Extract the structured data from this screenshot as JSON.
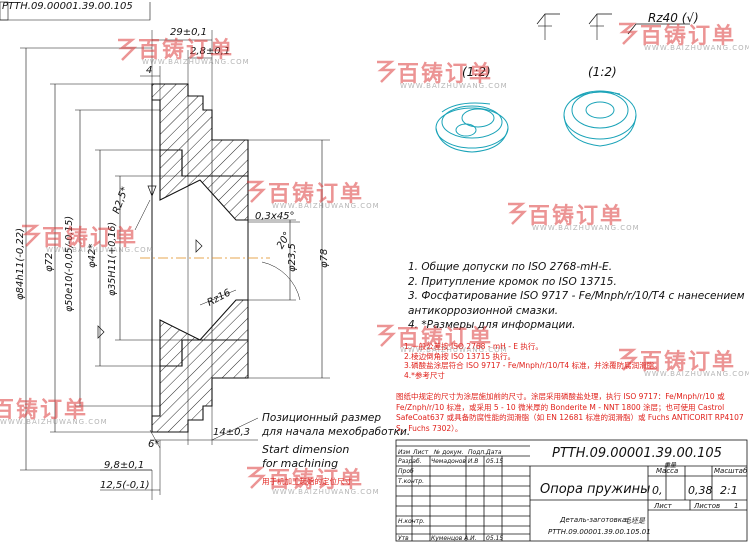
{
  "drawing_number": "PTTH.09.00001.39.00.105",
  "drawing_number_rotated": "PTTH.09.00001.39.00.105",
  "dimensions": {
    "d29": "29±0,1",
    "d28": "2,8±0,1",
    "d4": "4",
    "dR25": "R2,5*",
    "d03x45": "0,3x45°",
    "d20": "20°",
    "dRz16": "Rz16",
    "d235": "φ23,5",
    "d78": "φ78",
    "d84": "φ84h11(-0,22)",
    "d72": "φ72",
    "d50": "φ50e10(-0,05/-0,15)",
    "d42": "φ42*",
    "d35": "φ35H11(+0,16)",
    "d6": "6*",
    "d14": "14±0,3",
    "d98": "9,8±0,1",
    "d125": "12,5(-0,1)"
  },
  "surface_finish": "Rz40 (√)",
  "detail_scale_1": "(1:2)",
  "detail_scale_2": "(1:2)",
  "notes_ru": [
    "1.   Общие допуски по ISO 2768-mH-E.",
    "2.   Притупление кромок по ISO 13715.",
    "3.   Фосфатирование ISO 9717 - Fe/Mnph/r/10/T4 с нанесением",
    "      антикоррозионной смазки.",
    "4.   *Размеры для информации."
  ],
  "notes_cn": [
    "1.一般公差按 ISO 2768 - mH - E 执行。",
    "2.棱边倒角按 ISO 13715 执行。",
    "3.磷酸盐涂层符合 ISO 9717 - Fe/Mnph/r/10/T4 标准，并涂覆防腐润滑脂。",
    "4.*参考尺寸"
  ],
  "note_cn_paragraph": [
    "图纸中规定的尺寸为涂层施加前的尺寸。涂层采用磷酸盐处理，执行 ISO 9717：Fe/Mnph/r/10 或",
    "Fe/Znph/r/10 标准，或采用 5 - 10 微米厚的 Bonderite M - NNT 1800 涂层；也可使用 Castrol",
    "SafeCoat637 或具备防腐性能的润滑脂（如 EN 12681 标准的润滑脂）或 Fuchs ANTICORIT RP4107",
    "S、Fuchs 7302）。"
  ],
  "start_dimension_ru": [
    "Позиционный размер",
    "для начала мехобработки."
  ],
  "start_dimension_en": [
    "Start dimension",
    "for machining"
  ],
  "start_dimension_cn": "用于机加工起始的定位尺寸",
  "title_block": {
    "code": "PTTH.09.00001.39.00.105",
    "name_ru": "Опора пружины",
    "mass_label": "Масса",
    "scale_label": "Масштаб",
    "mass": "0,38",
    "scale": "2:1",
    "sheet_label": "Лист",
    "sheets_label": "Листов",
    "sheets_count": "1",
    "mass_cn": "重量",
    "rows": [
      "Изм",
      "Лист",
      "№ докум.",
      "Подп.",
      "Дата"
    ],
    "razrab": "Разраб.",
    "razrab_name": "Чемадонов И.В",
    "razrab_date": "05.15",
    "prob": "Проб",
    "tkontr": "Т.контр.",
    "nkontr": "Н.контр.",
    "utv": "Утв",
    "utv_name": "Куменцов А.И.",
    "utv_date": "05.15",
    "zagotovka": "Деталь-заготовка",
    "zagotovka_code": "PTTH.09.00001.39.00.105.01",
    "zagotovka_cn": "毛坯是",
    "letter": "0,"
  },
  "watermark": {
    "brand": "百铸订单",
    "url": "WWW.BAIZHUWANG.COM"
  },
  "colors": {
    "line": "#111111",
    "detail": "#1aa3b8",
    "red": "#e0201a",
    "blue": "#1a3aa0",
    "centerline": "#e08a1a"
  }
}
